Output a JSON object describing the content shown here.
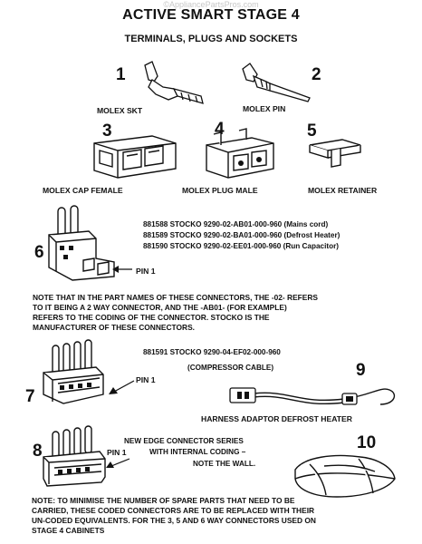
{
  "watermark": "©AppliancePartsPros.com",
  "title": "ACTIVE SMART STAGE 4",
  "subtitle": "TERMINALS, PLUGS AND SOCKETS",
  "items": [
    {
      "number": "1",
      "label": "MOLEX SKT"
    },
    {
      "number": "2",
      "label": "MOLEX PIN"
    },
    {
      "number": "3",
      "label": "MOLEX CAP FEMALE"
    },
    {
      "number": "4",
      "label": "MOLEX PLUG MALE"
    },
    {
      "number": "5",
      "label": "MOLEX RETAINER"
    },
    {
      "number": "6",
      "label": ""
    },
    {
      "number": "7",
      "label": ""
    },
    {
      "number": "8",
      "label": ""
    },
    {
      "number": "9",
      "label": "HARNESS ADAPTOR DEFROST HEATER"
    },
    {
      "number": "10",
      "label": ""
    }
  ],
  "stocko_parts_6": [
    "881588  STOCKO 9290-02-AB01-000-960 (Mains cord)",
    "881589  STOCKO 9290-02-BA01-000-960 (Defrost Heater)",
    "881590  STOCKO 9290-02-EE01-000-960 (Run Capacitor)"
  ],
  "pin1": "PIN 1",
  "note1": [
    "NOTE THAT IN THE PART NAMES OF THESE CONNECTORS, THE -02- REFERS",
    "TO IT BEING A 2 WAY CONNECTOR, AND THE -AB01- (FOR EXAMPLE)",
    "REFERS TO THE CODING OF THE CONNECTOR. STOCKO IS THE",
    "MANUFACTURER OF THESE CONNECTORS."
  ],
  "stocko_part_7": "881591  STOCKO 9290-04-EF02-000-960",
  "stocko_part_7_desc": "(COMPRESSOR CABLE)",
  "edge_connector": [
    "NEW EDGE CONNECTOR SERIES",
    "WITH INTERNAL CODING –",
    "NOTE THE WALL."
  ],
  "note2": [
    "NOTE:  TO MINIMISE THE NUMBER OF SPARE PARTS THAT NEED TO BE",
    "CARRIED, THESE CODED CONNECTORS ARE TO BE REPLACED WITH THEIR",
    "UN-CODED EQUIVALENTS. FOR THE 3, 5 AND 6 WAY CONNECTORS USED ON",
    "STAGE 4 CABINETS"
  ]
}
